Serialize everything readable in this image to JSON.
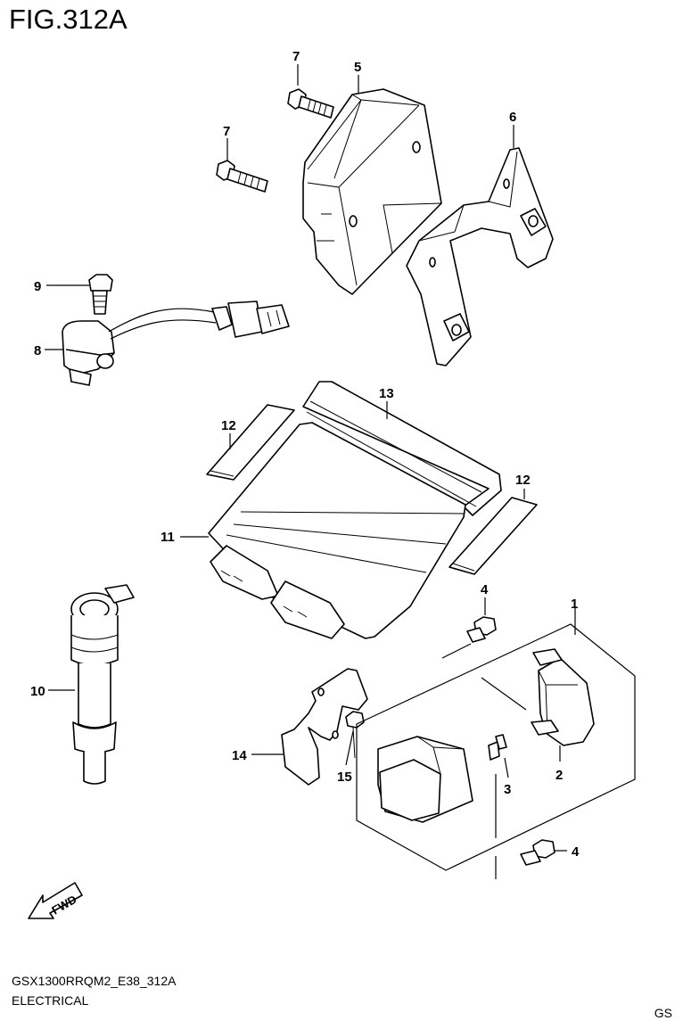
{
  "figure": {
    "title": "FIG.312A"
  },
  "footer": {
    "model_code": "GSX1300RRQM2_E38_312A",
    "section": "ELECTRICAL",
    "corner_code": "GS"
  },
  "callouts": {
    "c1": "1",
    "c2": "2",
    "c3": "3",
    "c4a": "4",
    "c4b": "4",
    "c5": "5",
    "c6": "6",
    "c7a": "7",
    "c7b": "7",
    "c8": "8",
    "c9": "9",
    "c10": "10",
    "c11": "11",
    "c12a": "12",
    "c12b": "12",
    "c13": "13",
    "c14": "14",
    "c15": "15"
  },
  "fwd_label": "FWD"
}
